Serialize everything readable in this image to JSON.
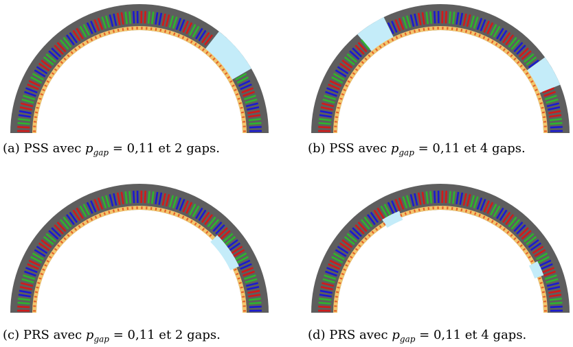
{
  "figures": [
    {
      "id": "a",
      "caption_prefix": "(a) PSS avec ",
      "symbol": "p",
      "subscript": "gap",
      "caption_suffix": " = 0,11 et 2 gaps.",
      "gap_type": "stator",
      "gaps_deg": [
        [
          30,
          52
        ]
      ]
    },
    {
      "id": "b",
      "caption_prefix": "(b) PSS avec ",
      "symbol": "p",
      "subscript": "gap",
      "caption_suffix": " = 0,11 et 4 gaps.",
      "gap_type": "stator",
      "gaps_deg": [
        [
          116,
          130
        ],
        [
          22,
          36
        ]
      ]
    },
    {
      "id": "c",
      "caption_prefix": "(c) PRS avec ",
      "symbol": "p",
      "subscript": "gap",
      "caption_suffix": " = 0,11 et 2 gaps.",
      "gap_type": "rotor",
      "gaps_deg": [
        [
          25,
          45
        ]
      ]
    },
    {
      "id": "d",
      "caption_prefix": "(d) PRS avec ",
      "symbol": "p",
      "subscript": "gap",
      "caption_suffix": " = 0,11 et 4 gaps.",
      "gap_type": "rotor",
      "gaps_deg": [
        [
          112,
          122
        ],
        [
          20,
          28
        ]
      ]
    }
  ],
  "colors": {
    "yoke": "#5e5e5e",
    "gap": "#c4ecf9",
    "phases": [
      "#1a1ad0",
      "#2db52d",
      "#d11a1a"
    ],
    "magnet": "#e2602a",
    "rotor_fill": "#f2c66e"
  }
}
